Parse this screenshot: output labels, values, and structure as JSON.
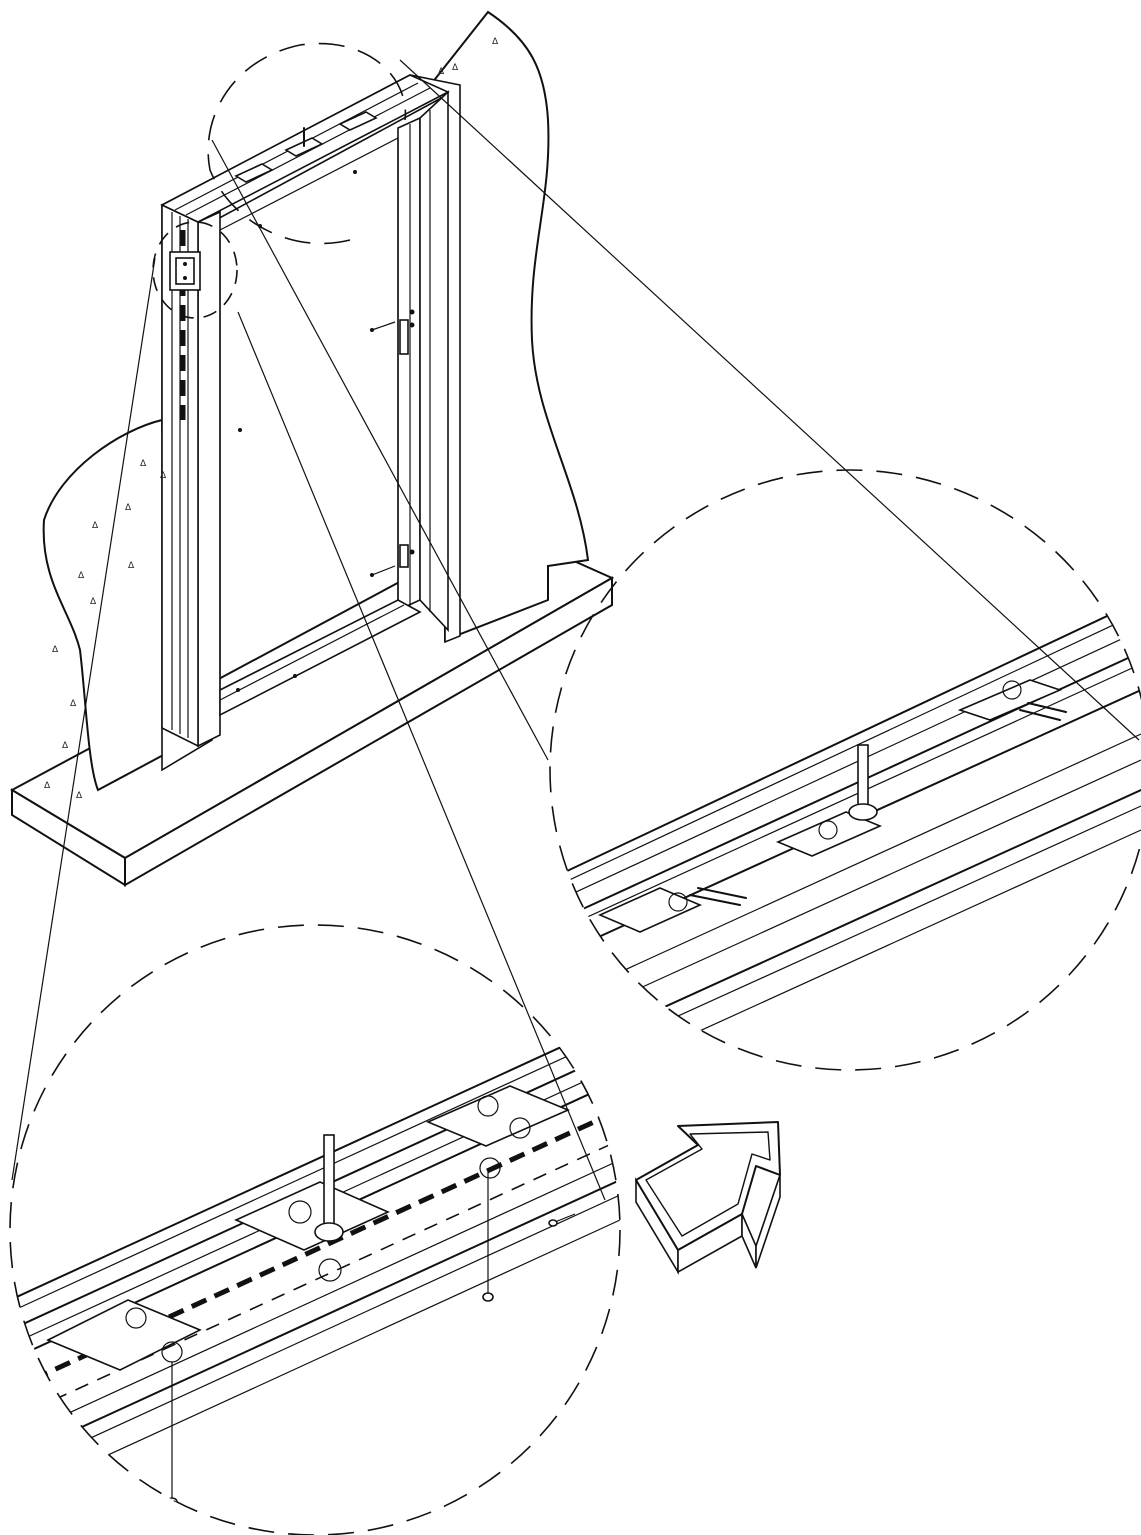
{
  "figure": {
    "background": "#ffffff",
    "ink": "#111111",
    "views": [
      "door-frame-overview",
      "detail-circle-bottom-left",
      "detail-circle-top-right"
    ],
    "arrow": {
      "icon": "3d-block-arrow-icon",
      "direction": "up-right"
    },
    "texture_symbol": "Δ"
  }
}
